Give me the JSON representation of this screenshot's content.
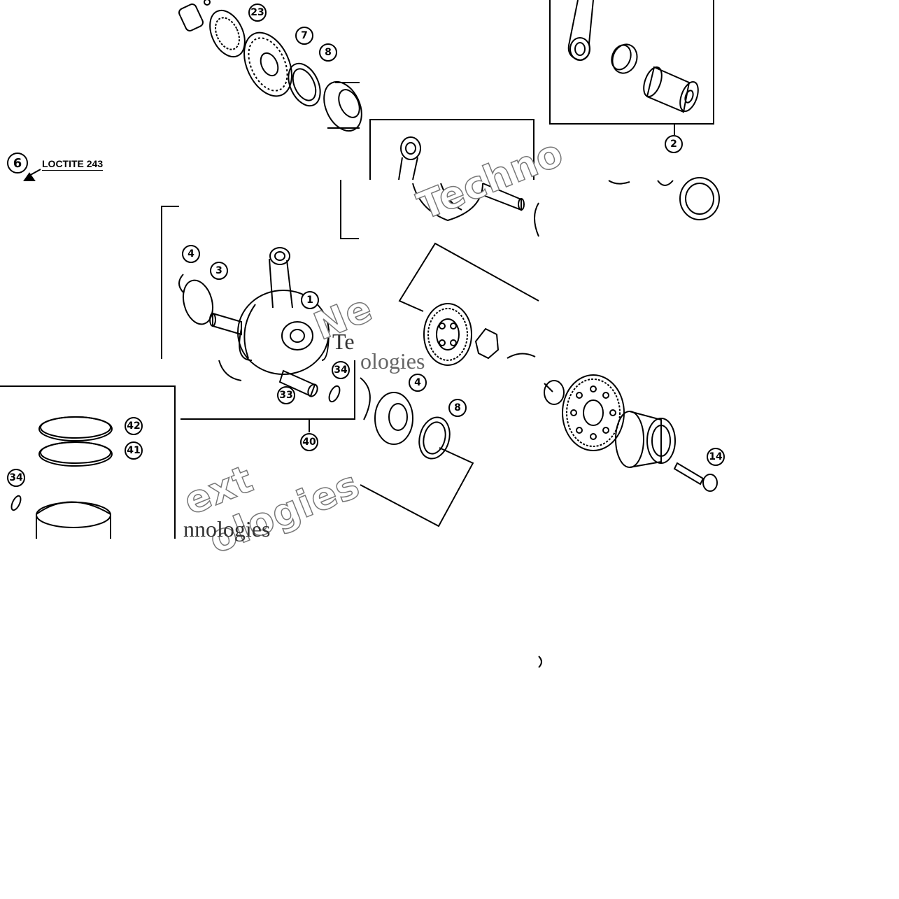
{
  "note": {
    "label": "LOCTITE 243",
    "ref": "6"
  },
  "callouts": {
    "c23": "23",
    "c7": "7",
    "c8a": "8",
    "c2": "2",
    "c4a": "4",
    "c3a": "3",
    "c1": "1",
    "c34a": "34",
    "c33": "33",
    "c40": "40",
    "c42": "42",
    "c41": "41",
    "c34b": "34",
    "c4b": "4",
    "c8b": "8",
    "c14": "14"
  },
  "watermarks": {
    "w1": "Techno",
    "w2": "ext",
    "w3": "ologies",
    "w4": "Ne",
    "w5": "Te",
    "w6": "ologies",
    "w7": "nnologies"
  },
  "colors": {
    "line": "#000000",
    "watermark_outline": "#777777",
    "background": "#ffffff"
  }
}
